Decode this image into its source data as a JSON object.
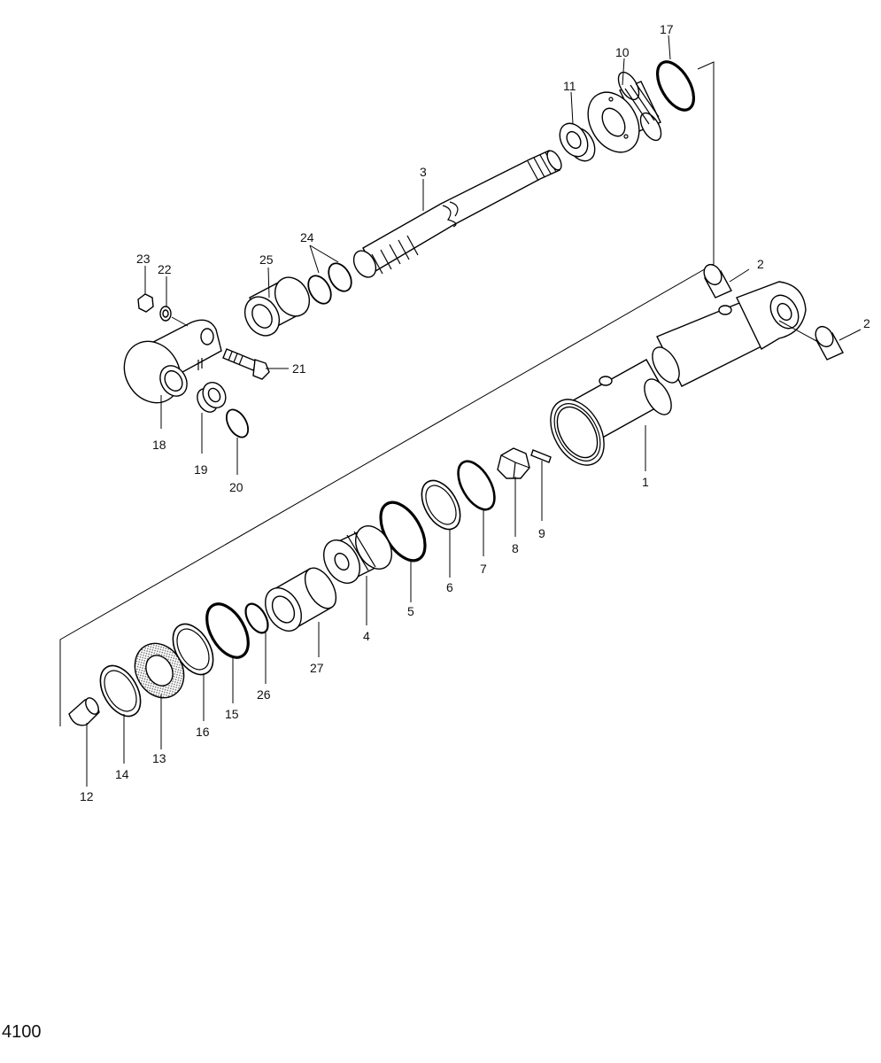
{
  "page_code": "4100",
  "labels": {
    "p1": "1",
    "p2a": "2",
    "p2b": "2",
    "p3": "3",
    "p4": "4",
    "p5": "5",
    "p6": "6",
    "p7": "7",
    "p8": "8",
    "p9": "9",
    "p10": "10",
    "p11": "11",
    "p12": "12",
    "p13": "13",
    "p14": "14",
    "p15": "15",
    "p16": "16",
    "p17": "17",
    "p18": "18",
    "p19": "19",
    "p20": "20",
    "p21": "21",
    "p22": "22",
    "p23": "23",
    "p24": "24",
    "p25": "25",
    "p26": "26",
    "p27": "27"
  }
}
